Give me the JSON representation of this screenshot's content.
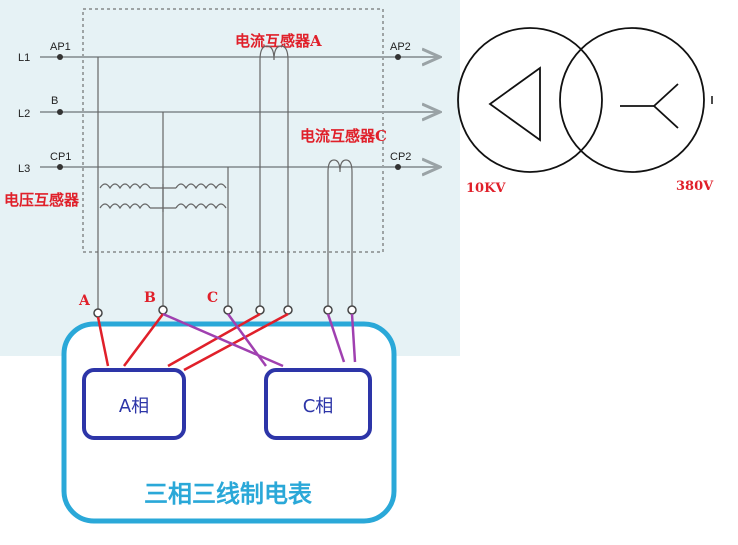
{
  "lines": {
    "l1": "L1",
    "l2": "L2",
    "l3": "L3",
    "ap1": "AP1",
    "ap2": "AP2",
    "b": "B",
    "cp1": "CP1",
    "cp2": "CP2"
  },
  "transformers": {
    "ct_a": "电流互感器A",
    "ct_c": "电流互感器C",
    "vt": "电压互感器"
  },
  "terminals": {
    "a": "A",
    "b": "B",
    "c": "C"
  },
  "meter": {
    "phase_a": "A相",
    "phase_c": "C相",
    "title": "三相三线制电表"
  },
  "transformer_symbol": {
    "primary": "10KV",
    "secondary": "380V"
  },
  "colors": {
    "panel_bg": "#e6f2f5",
    "line": "#9aa3a6",
    "red_wire": "#e0202a",
    "purple_wire": "#a040b0",
    "meter_border": "#2aa8d8",
    "phase_box": "#2d35a8"
  }
}
